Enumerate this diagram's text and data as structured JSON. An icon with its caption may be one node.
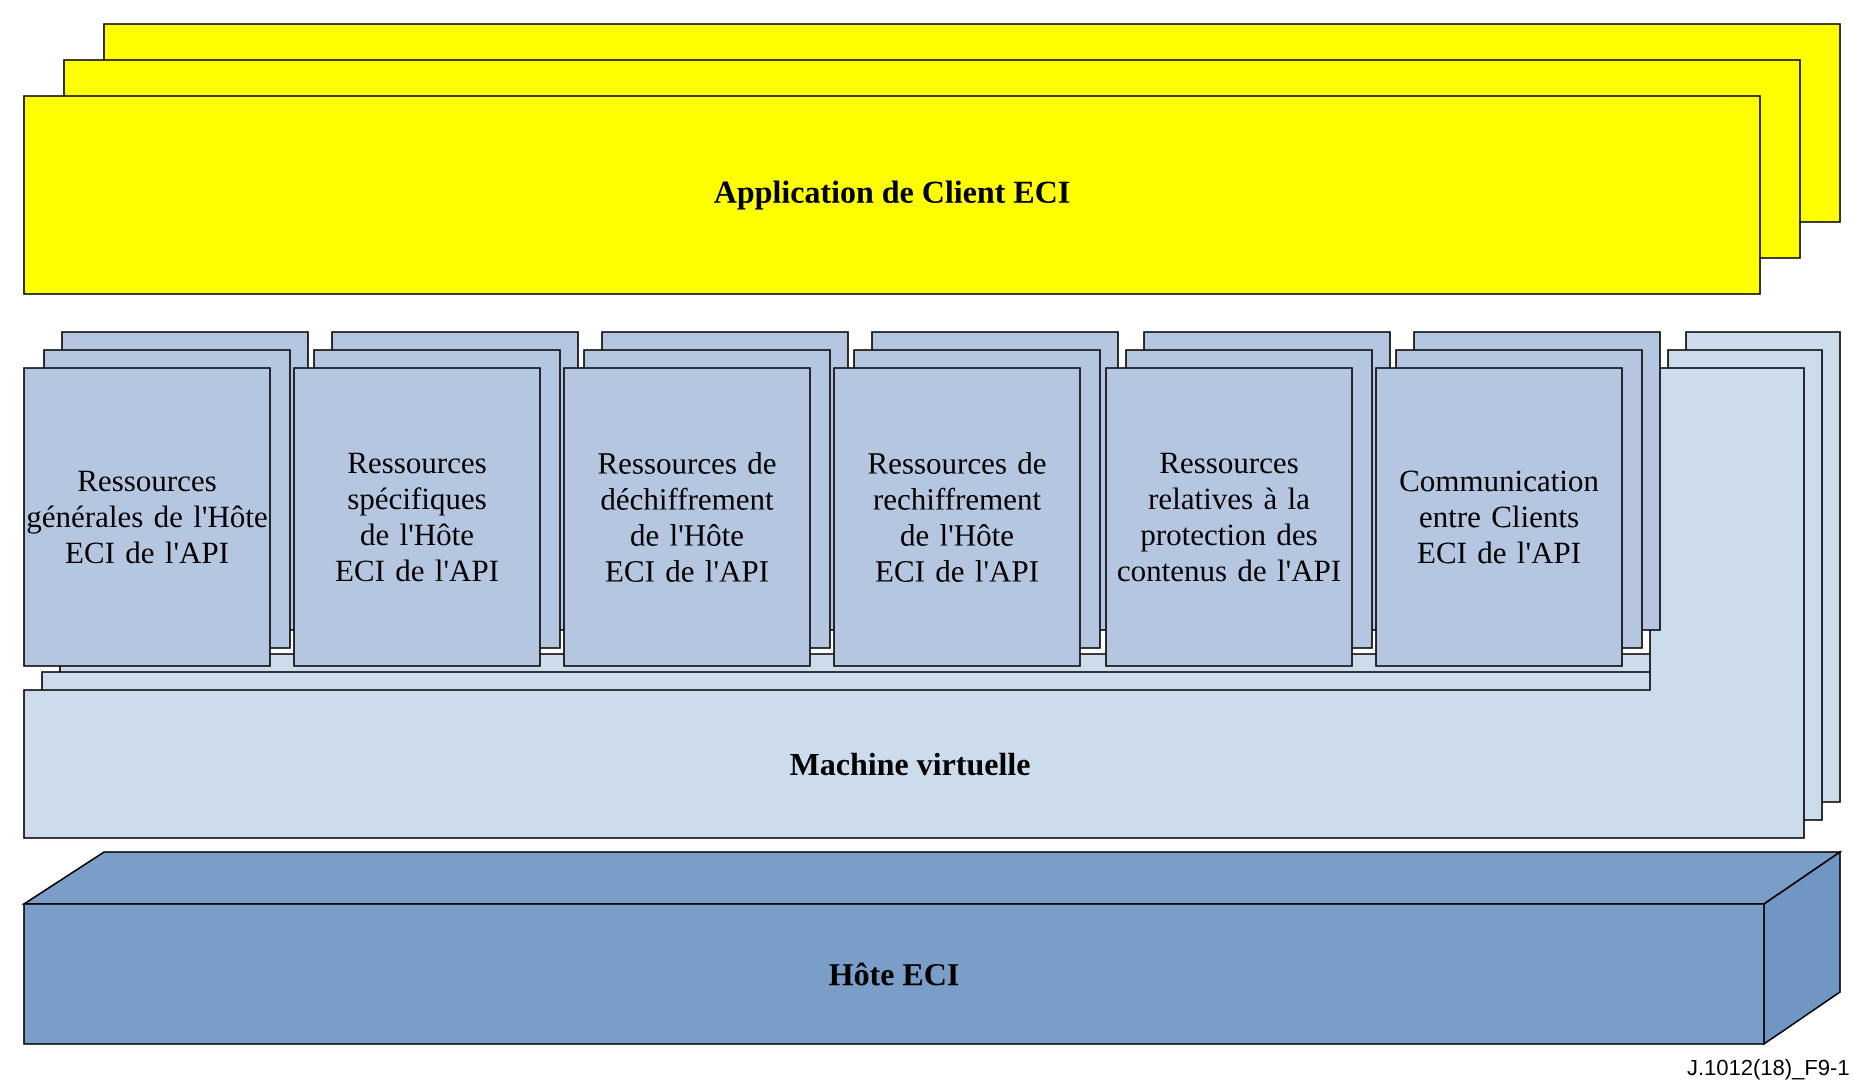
{
  "diagram": {
    "nodes": [
      {
        "text": [
          "Application de Client ECI"
        ]
      },
      {
        "text": [
          "Machine virtuelle"
        ]
      },
      {
        "text": [
          "Ressources générales de l'Hôte ECI de l'API"
        ]
      },
      {
        "text": [
          "Ressources spécifiques de l'Hôte ECI de l'API"
        ]
      },
      {
        "text": [
          "Ressources de déchiffrement de l'Hôte ECI de l'API"
        ]
      },
      {
        "text": [
          "Ressources de rechiffrement de l'Hôte ECI de l'API"
        ]
      },
      {
        "text": [
          "Ressources relatives à la protection des contenus de l'API"
        ]
      },
      {
        "text": [
          "Communication entre Clients ECI de l'API"
        ]
      },
      {
        "text": [
          "Hôte ECI"
        ]
      }
    ],
    "labels": [
      "J.1012(18)_F9-1"
    ]
  }
}
